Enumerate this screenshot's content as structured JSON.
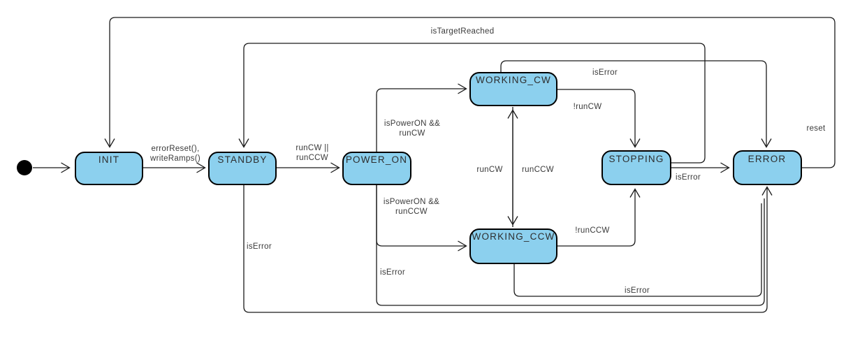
{
  "diagram": {
    "kind": "state-machine",
    "colors": {
      "state_fill": "#8CD0EE",
      "state_stroke": "#000000",
      "edge_line": "#1A1A1A",
      "edge_text": "#3A3A3A",
      "state_text": "#2D2D2D",
      "background": "#FFFFFF"
    },
    "initial_state": {
      "name": "initial"
    },
    "states": [
      {
        "name": "INIT"
      },
      {
        "name": "STANDBY"
      },
      {
        "name": "POWER_ON"
      },
      {
        "name": "WORKING_CW"
      },
      {
        "name": "WORKING_CCW"
      },
      {
        "name": "STOPPING"
      },
      {
        "name": "ERROR"
      }
    ],
    "transitions": [
      {
        "from": "initial",
        "to": "INIT",
        "lines": []
      },
      {
        "from": "INIT",
        "to": "STANDBY",
        "lines": [
          "errorReset(),",
          "writeRamps()"
        ]
      },
      {
        "from": "STANDBY",
        "to": "POWER_ON",
        "lines": [
          "runCW ||",
          "runCCW"
        ]
      },
      {
        "from": "POWER_ON",
        "to": "WORKING_CW",
        "lines": [
          "isPowerON &&",
          "runCW"
        ]
      },
      {
        "from": "POWER_ON",
        "to": "WORKING_CCW",
        "lines": [
          "isPowerON &&",
          "runCCW"
        ]
      },
      {
        "from": "WORKING_CCW",
        "to": "WORKING_CW",
        "lines": [
          "runCW"
        ]
      },
      {
        "from": "WORKING_CW",
        "to": "WORKING_CCW",
        "lines": [
          "runCCW"
        ]
      },
      {
        "from": "WORKING_CW",
        "to": "STOPPING",
        "lines": [
          "!runCW"
        ]
      },
      {
        "from": "WORKING_CCW",
        "to": "STOPPING",
        "lines": [
          "!runCCW"
        ]
      },
      {
        "from": "STOPPING",
        "to": "ERROR",
        "lines": [
          "isError"
        ]
      },
      {
        "from": "STOPPING",
        "to": "STANDBY",
        "lines": [
          "isTargetReached"
        ]
      },
      {
        "from": "WORKING_CW",
        "to": "ERROR",
        "lines": [
          "isError"
        ]
      },
      {
        "from": "ERROR",
        "to": "INIT",
        "lines": [
          "reset"
        ]
      },
      {
        "from": "STANDBY",
        "to": "ERROR",
        "lines": [
          "isError"
        ]
      },
      {
        "from": "POWER_ON",
        "to": "ERROR",
        "lines": [
          "isError"
        ]
      },
      {
        "from": "WORKING_CCW",
        "to": "ERROR",
        "lines": [
          "isError"
        ]
      }
    ]
  }
}
